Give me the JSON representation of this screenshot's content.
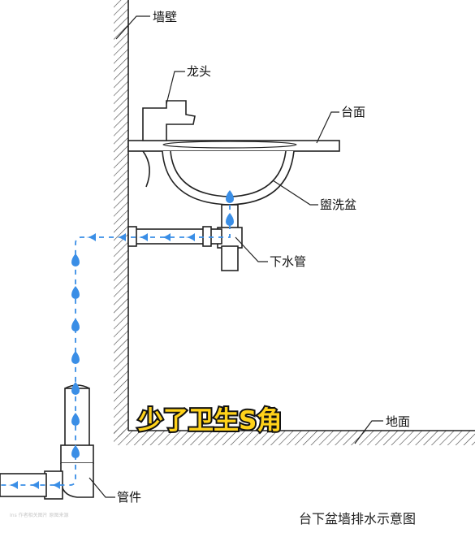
{
  "labels": {
    "wall": "墙壁",
    "faucet": "龙头",
    "countertop": "台面",
    "basin": "盥洗盆",
    "drain_pipe": "下水管",
    "floor": "地面",
    "fitting": "管件"
  },
  "annotation": "少了卫生S角",
  "caption": "台下盆墙排水示意图",
  "watermark": "Ins 作者相关图片 原图来源",
  "colors": {
    "line": "#222222",
    "water": "#3a8ee6",
    "annotation_fill": "#ffd21a",
    "annotation_stroke": "#111111"
  }
}
